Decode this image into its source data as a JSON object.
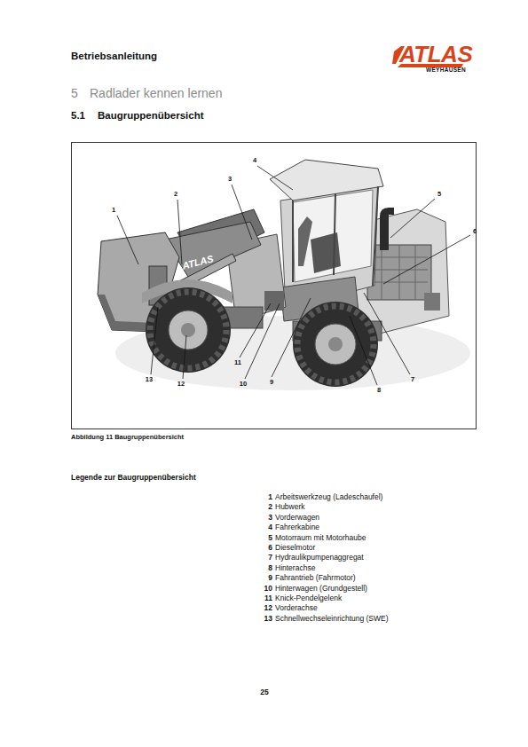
{
  "diagram": {
    "title": "Radlader kennen lernen",
    "caption": "Abbildung 11 Baugruppenübersicht",
    "labels": [
      "Betriebsanleitung",
      "ATLAS",
      "WEYHAUSEN",
      "5",
      "5.1",
      "Baugruppenübersicht",
      "1",
      "2",
      "3",
      "4",
      "5",
      "6",
      "7",
      "8",
      "9",
      "10",
      "11",
      "12",
      "13",
      "ATLAS",
      "Legende zur Baugruppenübersicht",
      "1",
      "2",
      "3",
      "4",
      "5",
      "6",
      "7",
      "8",
      "9",
      "10",
      "11",
      "12",
      "13",
      "25"
    ],
    "legend": [
      {
        "text": "Arbeitswerkzeug (Ladeschaufel)"
      },
      {
        "text": "Hubwerk"
      },
      {
        "text": "Vorderwagen"
      },
      {
        "text": "Fahrerkabine"
      },
      {
        "text": "Motorraum mit Motorhaube"
      },
      {
        "text": "Dieselmotor"
      },
      {
        "text": "Hydraulikpumpenaggregat"
      },
      {
        "text": "Hinterachse"
      },
      {
        "text": "Fahrantrieb (Fahrmotor)"
      },
      {
        "text": "Hinterwagen (Grundgestell)"
      },
      {
        "text": "Knick-Pendelgelenk"
      },
      {
        "text": "Vorderachse"
      },
      {
        "text": "Schnellwechseleinrichtung (SWE)"
      }
    ]
  }
}
